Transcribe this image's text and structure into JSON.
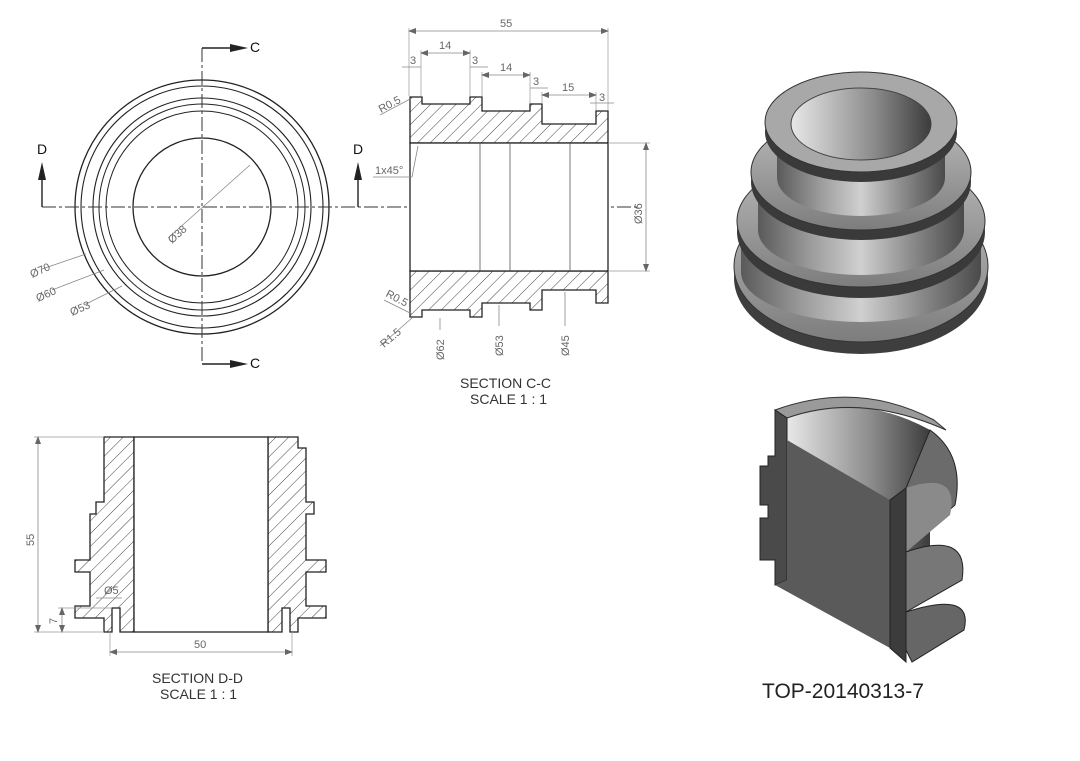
{
  "section_cc": {
    "cut_label_top": "C",
    "cut_label_bottom": "C",
    "title": "SECTION C-C",
    "scale": "SCALE 1 : 1",
    "overall_length": "55",
    "groove_width_1": "14",
    "groove_width_2": "14",
    "groove_width_3": "15",
    "flange_1": "3",
    "flange_2": "3",
    "flange_3": "3",
    "flange_4": "3",
    "radius_top": "R0.5",
    "radius_bottom_1": "R0.5",
    "radius_bottom_2": "R1.5",
    "chamfer": "1x45°",
    "bore_dia": "Ø36",
    "dia_62": "Ø62",
    "dia_53": "Ø53",
    "dia_45": "Ø45"
  },
  "front_view": {
    "cut_label_left": "D",
    "cut_label_right": "D",
    "dia_70": "Ø70",
    "dia_60": "Ø60",
    "dia_53": "Ø53",
    "dia_38": "Ø38"
  },
  "section_dd": {
    "title": "SECTION D-D",
    "scale": "SCALE 1 : 1",
    "height": "55",
    "slot_depth": "7",
    "slot_dia": "Ø5",
    "width": "50"
  },
  "part_number": "TOP-20140313-7",
  "colors": {
    "line": "#222222",
    "dim": "#888888",
    "hatch": "#444444",
    "metal_dark": "#3a3a3a",
    "metal_mid": "#7a7a7a",
    "metal_light": "#c8c8c8"
  }
}
